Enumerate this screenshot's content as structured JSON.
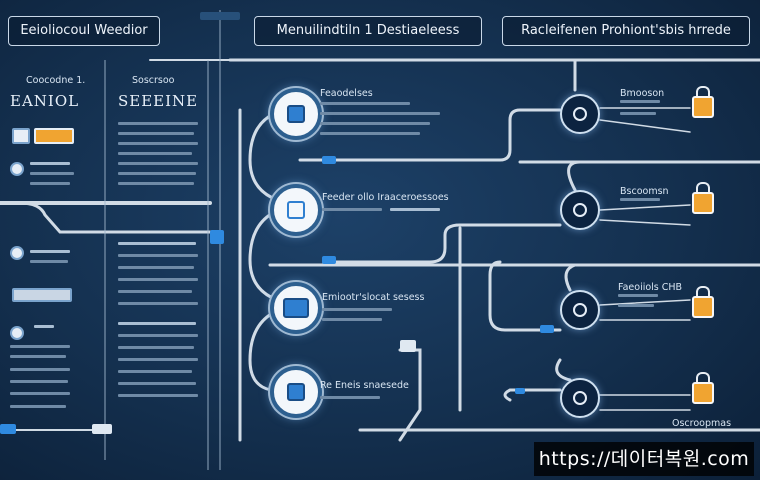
{
  "headers": [
    "Eeioliocoul Weedior",
    "Menuilindtiln 1 Destiaeleess",
    "Racleifenen Prohiont'sbis hrrede"
  ],
  "left_labels": [
    "Coocodne 1.",
    "EANIOL",
    "Soscrsoo",
    "SEEEINE"
  ],
  "mid_labels": [
    "Feaodelses",
    "Feeder ollo Iraaceroessoes",
    "Emiootr'slocat sesess",
    "Re Eneis snaesede"
  ],
  "right_labels": [
    "Bmooson",
    "Bscoomsn",
    "Faeoiiols CHB",
    "Oscroopmas"
  ],
  "colors": {
    "accent": "#2f7fd0",
    "lock": "#f0a431",
    "line": "#e6eef6"
  },
  "icons": [
    "app-node-icon",
    "document-node-icon",
    "drive-node-icon",
    "box-node-icon",
    "lock-icon",
    "ring-connector-icon"
  ],
  "watermark": "https://데이터복원.com"
}
